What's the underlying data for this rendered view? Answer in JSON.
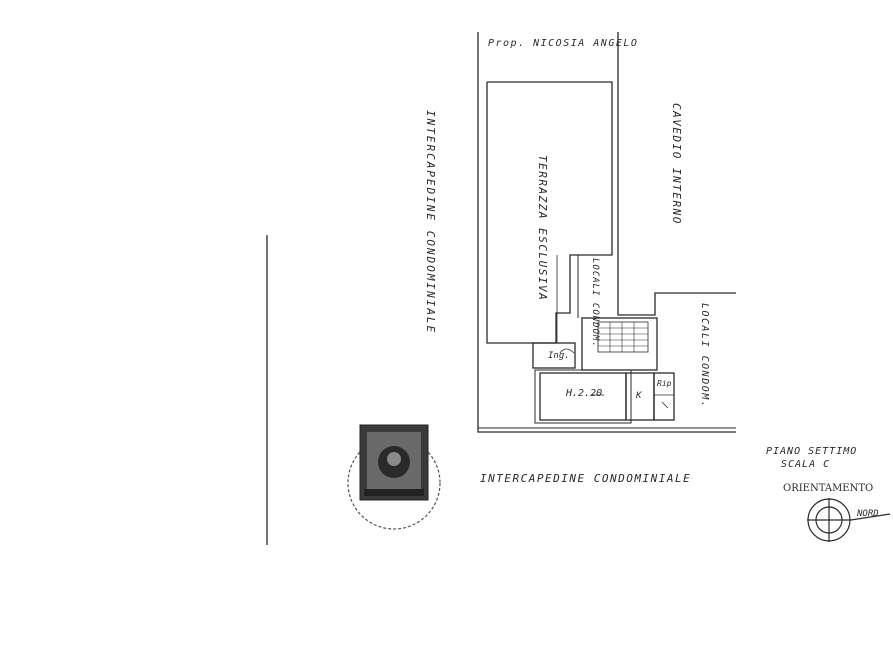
{
  "plan": {
    "owner_label": "Prop. NICOSIA ANGELO",
    "left_intercapedine": "INTERCAPEDINE CONDOMINIALE",
    "bottom_intercapedine": "INTERCAPEDINE CONDOMINIALE",
    "terrazza": "TERRAZZA ESCLUSIVA",
    "cavedio": "CAVEDIO INTERNO",
    "locali_condom_upper": "LOCALI CONDOM.",
    "locali_condom_right": "LOCALI CONDOM.",
    "ingresso": "Ing.",
    "room_height": "H.2.20",
    "kitchen": "K",
    "ripostiglio": "Rip",
    "floor_line1": "PIANO SETTIMO",
    "floor_line2": "SCALA C",
    "orientation": "ORIENTAMENTO",
    "north": "NORD"
  },
  "colors": {
    "ink": "#2a2a2a",
    "stamp": "#3a3a3a"
  }
}
